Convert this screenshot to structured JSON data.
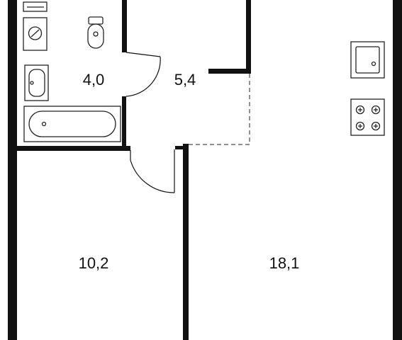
{
  "rooms": [
    {
      "id": "bathroom",
      "area": "4,0"
    },
    {
      "id": "hallway",
      "area": "5,4"
    },
    {
      "id": "bedroom",
      "area": "10,2"
    },
    {
      "id": "kitchen-living",
      "area": "18,1"
    }
  ],
  "colors": {
    "wall": "#111111",
    "fixture": "#222222",
    "background": "#ffffff"
  },
  "fixtures": [
    "washing-machine",
    "toilet",
    "sink",
    "bathtub",
    "kitchen-sink",
    "stove"
  ]
}
